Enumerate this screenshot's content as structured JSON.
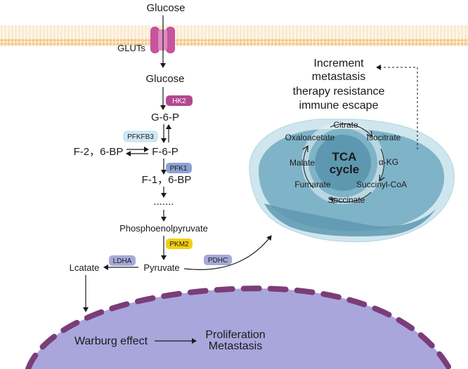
{
  "labels": {
    "glucose_outside": "Glucose",
    "transporter": "GLUTs",
    "glucose_inside": "Glucose",
    "g6p": "G-6-P",
    "f6p": "F-6-P",
    "f26bp": "F-2，6-BP",
    "f16bp": "F-1，6-BP",
    "ellipsis": ".......",
    "pep": "Phosphoenolpyruvate",
    "pyruvate": "Pyruvate",
    "lactate": "Lcatate"
  },
  "enzymes": {
    "hk2": {
      "label": "HK2",
      "color": "#b3488f"
    },
    "pfkfb3": {
      "label": "PFKFB3",
      "color": "#cfe9f6"
    },
    "pfk1": {
      "label": "PFK1",
      "color": "#8fa0d4"
    },
    "pkm2": {
      "label": "PKM2",
      "color": "#f3cf12"
    },
    "ldha": {
      "label": "LDHA",
      "color": "#a6a9d8"
    },
    "pdhc": {
      "label": "PDHC",
      "color": "#a6a9d8"
    }
  },
  "tca": {
    "title_line1": "TCA",
    "title_line2": "cycle",
    "metabolites": [
      "Citrate",
      "Isocitrate",
      "α-KG",
      "Succinyl-CoA",
      "Succinate",
      "Fumarate",
      "Malate",
      "Oxaloacetate"
    ]
  },
  "outcomes": [
    "Increment",
    "metastasis",
    "therapy resistance",
    "immune escape"
  ],
  "nucleus": {
    "effect": "Warburg effect",
    "result_line1": "Proliferation",
    "result_line2": "Metastasis"
  },
  "colors": {
    "membrane": "#f4d6a8",
    "transporter": "#c7549d",
    "mito_outer": "#cfe6ee",
    "mito_inner": "#7fb3c7",
    "mito_matrix": "#5e98b0",
    "nucleus": "#a9a6dc",
    "nuclear_envelope": "#7b3d78"
  }
}
